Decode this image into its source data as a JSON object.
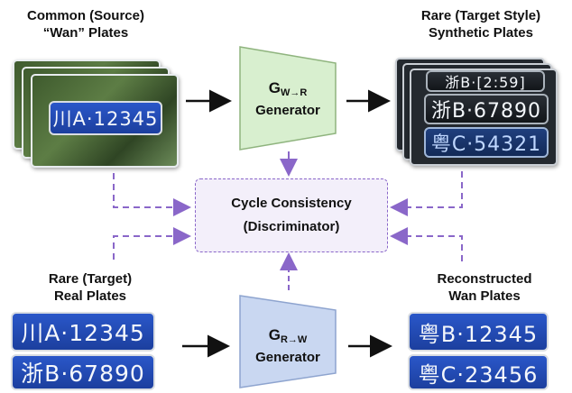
{
  "labels": {
    "top_left_line1": "Common (Source)",
    "top_left_line2": "“Wan” Plates",
    "top_right_line1": "Rare (Target Style)",
    "top_right_line2": "Synthetic Plates",
    "bottom_left_line1": "Rare (Target)",
    "bottom_left_line2": "Real Plates",
    "bottom_right_line1": "Reconstructed",
    "bottom_right_line2": "Wan Plates"
  },
  "generators": {
    "top": {
      "symbol": "G",
      "subscript": "W→R",
      "name": "Generator",
      "color": "#d8efcf"
    },
    "bottom": {
      "symbol": "G",
      "subscript": "R→W",
      "name": "Generator",
      "color": "#c9d7f1"
    }
  },
  "center": {
    "line1": "Cycle Consistency",
    "line2": "(Discriminator)",
    "color": "#8a67c9"
  },
  "plates": {
    "top_left": "川A·12345",
    "top_right_back": "浙B·[2:59]",
    "top_right_1": "浙B·67890",
    "top_right_2": "粤C·54321",
    "bottom_left_1": "川A·12345",
    "bottom_left_2": "浙B·67890",
    "bottom_right_1": "粤B·12345",
    "bottom_right_2": "粤C·23456"
  }
}
